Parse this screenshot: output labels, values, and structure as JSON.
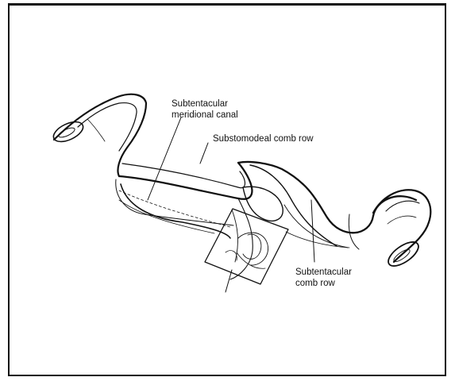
{
  "figure": {
    "labels": {
      "subtentacular_canal": [
        "Subtentacular",
        "meridional canal"
      ],
      "substomodeal_comb_row": "Substomodeal comb row",
      "subtentacular_comb_row": [
        "Subtentacular",
        "comb row"
      ]
    }
  }
}
